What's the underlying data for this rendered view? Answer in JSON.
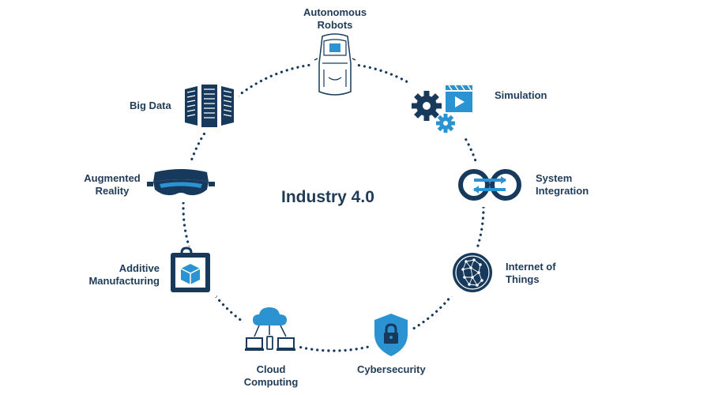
{
  "title": "Industry 4.0",
  "colors": {
    "dark_navy": "#173a5c",
    "accent_blue": "#2b93d1",
    "text": "#1f3b58"
  },
  "nodes": [
    {
      "id": "autonomous-robots",
      "label_lines": [
        "Autonomous",
        "Robots"
      ],
      "icon": "autonomous-robot-car-icon"
    },
    {
      "id": "simulation",
      "label_lines": [
        "Simulation"
      ],
      "icon": "gears-and-video-icon"
    },
    {
      "id": "system-integration",
      "label_lines": [
        "System",
        "Integration"
      ],
      "icon": "linked-rings-icon"
    },
    {
      "id": "internet-of-things",
      "label_lines": [
        "Internet of",
        "Things"
      ],
      "icon": "network-globe-icon"
    },
    {
      "id": "cybersecurity",
      "label_lines": [
        "Cybersecurity"
      ],
      "icon": "shield-lock-icon"
    },
    {
      "id": "cloud-computing",
      "label_lines": [
        "Cloud",
        "Computing"
      ],
      "icon": "cloud-devices-icon"
    },
    {
      "id": "additive-manufacturing",
      "label_lines": [
        "Additive",
        "Manufacturing"
      ],
      "icon": "3d-printer-cube-icon"
    },
    {
      "id": "augmented-reality",
      "label_lines": [
        "Augmented",
        "Reality"
      ],
      "icon": "ar-headset-icon"
    },
    {
      "id": "big-data",
      "label_lines": [
        "Big Data"
      ],
      "icon": "server-racks-icon"
    }
  ]
}
